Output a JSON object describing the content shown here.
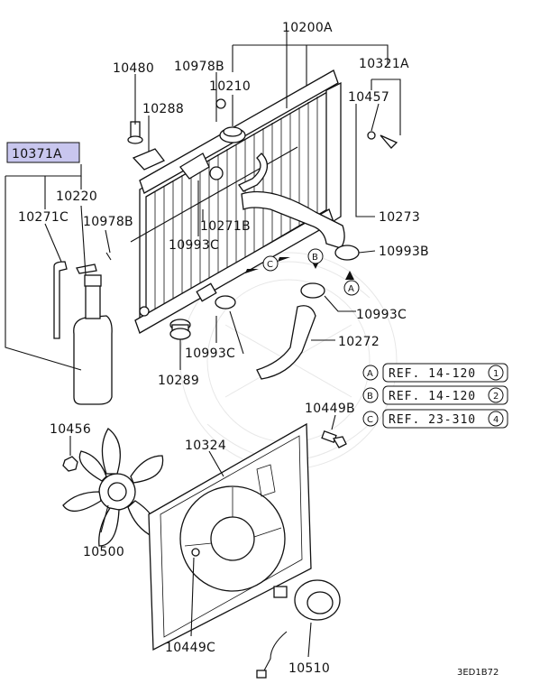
{
  "parts": {
    "p10200A": "10200A",
    "p10480": "10480",
    "p10978B_top": "10978B",
    "p10210": "10210",
    "p10321A": "10321A",
    "p10457": "10457",
    "p10288": "10288",
    "p10371A": "10371A",
    "p10220": "10220",
    "p10271C": "10271C",
    "p10978B_left": "10978B",
    "p10271B": "10271B",
    "p10993C_top": "10993C",
    "p10273": "10273",
    "p10993B": "10993B",
    "p10993C_right": "10993C",
    "p10993C_mid": "10993C",
    "p10272": "10272",
    "p10289": "10289",
    "p10449B": "10449B",
    "p10456": "10456",
    "p10324": "10324",
    "p10500": "10500",
    "p10449C": "10449C",
    "p10510": "10510"
  },
  "refs": [
    {
      "letter": "A",
      "text": "REF. 14-120",
      "num": "1"
    },
    {
      "letter": "B",
      "text": "REF. 14-120",
      "num": "2"
    },
    {
      "letter": "C",
      "text": "REF. 23-310",
      "num": "4"
    }
  ],
  "flow_markers": [
    "A",
    "B",
    "C"
  ],
  "diagram_code": "3ED1B72",
  "highlight_color": "#c8c6ee"
}
